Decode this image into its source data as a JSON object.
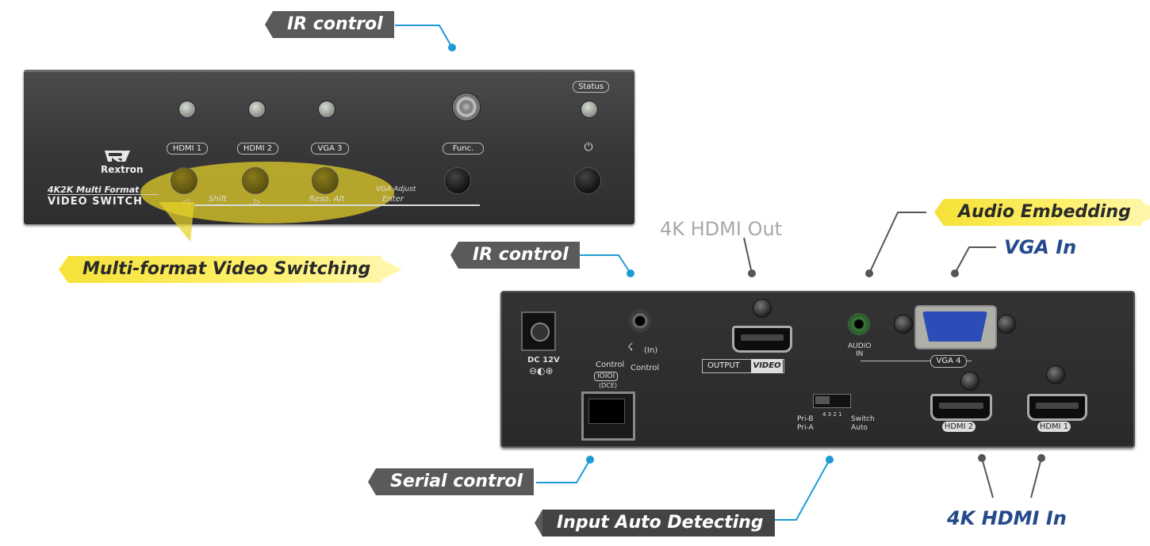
{
  "front": {
    "brand": "Rextron",
    "model_line1": "4K2K Multi Format",
    "model_line2": "VIDEO SWITCH",
    "buttons": [
      "HDMI 1",
      "HDMI 2",
      "VGA 3",
      "Func.",
      "Status"
    ],
    "hints": {
      "shift": "Shift",
      "reso": "Reso. Alt",
      "vga_adjust": "VGA Adjust",
      "enter": "Enter"
    }
  },
  "rear": {
    "dc": "DC 12V",
    "ir_in": "(In)",
    "ir_control": "Control",
    "serial": "Control",
    "serial_sub": "(DCE)",
    "output": "OUTPUT",
    "video": "VIDEO",
    "audio_in": "AUDIO\nIN",
    "vga_port": "VGA 4",
    "switch_labels": {
      "pri_b": "Pri-B",
      "pri_a": "Pri-A",
      "switch": "Switch",
      "auto": "Auto",
      "nums_top": "4 3 2 1"
    },
    "hdmi2": "HDMI 2",
    "hdmi1": "HDMI 1"
  },
  "callouts": {
    "ir_control_top": "IR control",
    "multi_format": "Multi-format Video Switching",
    "ir_control_rear": "IR control",
    "hdmi_out": "4K HDMI Out",
    "audio_embedding": "Audio Embedding",
    "vga_in": "VGA In",
    "serial_control": "Serial control",
    "input_auto": "Input Auto Detecting",
    "hdmi_in": "4K HDMI In"
  },
  "colors": {
    "callout_line": "#1e9ad6",
    "callout_line_gray": "#555555",
    "hdmi_in_text": "#244a8c",
    "hdmi_out_text": "#a8a8a8",
    "vga_in_text": "#244a8c"
  }
}
